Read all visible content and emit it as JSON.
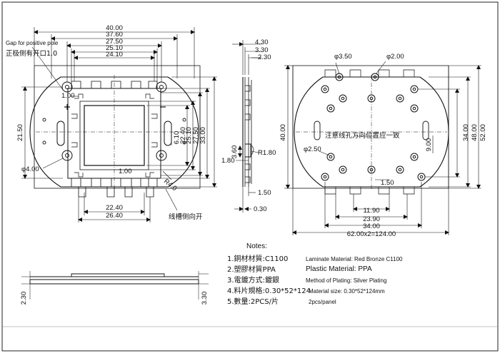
{
  "dimensions": {
    "front_width_4000": "40.00",
    "front_width_3760": "37.60",
    "front_width_2750": "27.50",
    "front_width_2510": "25.10",
    "front_width_2410": "24.10",
    "front_height_2150": "21.50",
    "front_height_2240": "22.40",
    "front_height_2510": "25.10",
    "front_height_2750": "27.50",
    "front_height_3300": "33.00",
    "slot_610": "6.10",
    "corner_100_top": "1.00",
    "corner_100_bottom": "1.00",
    "hole_400": "φ4.00",
    "radius_r40": "R4.0",
    "bottom_2240": "22.40",
    "bottom_2640": "26.40",
    "side_430": "4.30",
    "side_330": "3.30",
    "side_230": "2.30",
    "side_360": "3.60",
    "side_r180": "R1.80",
    "side_180": "1.80",
    "side_150": "1.50",
    "side_030": "0.30",
    "back_phi350": "φ3.50",
    "back_phi200": "φ2.00",
    "back_phi250": "φ2.50",
    "back_900": "9.00",
    "back_150": "1.50",
    "back_height_4000": "40.00",
    "back_h_3400": "34.00",
    "back_h_4800": "48.00",
    "back_h_5200": "52.00",
    "back_1190": "11.90",
    "back_2390": "23.90",
    "back_3400": "34.00",
    "back_total": "62.00x2=124.00",
    "profile_230": "2.30",
    "profile_330": "3.30"
  },
  "annotations": {
    "gap_en": "Gap for positive pole",
    "gap_cn": "正极侧有开口1.0",
    "groove_cn": "线槽侧向开",
    "hole_cn": "注意线孔方向位置应一致"
  },
  "notes": {
    "title": "Notes:",
    "items": [
      {
        "cn": "1.銅材材質:C1100",
        "en": "Laminate Material: Red Bronze C1100"
      },
      {
        "cn": "2.塑膠材質PPA",
        "en": "Plastic Material: PPA"
      },
      {
        "cn": "3.電鍍方式:鍍銀",
        "en": "Method of Plating: Silver Plating"
      },
      {
        "cn": "4.料片規格:0.30*52*124",
        "en": "Material size: 0.30*52*124mm"
      },
      {
        "cn": "5.數量:2PCS/片",
        "en": "2pcs/panel"
      }
    ]
  }
}
